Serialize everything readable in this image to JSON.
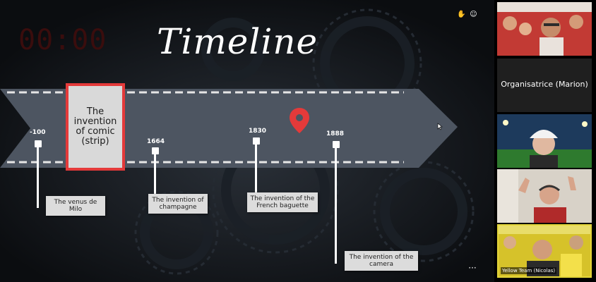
{
  "screen": {
    "timer": "00:00",
    "title": "Timeline",
    "card_text": "The invention of comic (strip)"
  },
  "events": [
    {
      "year": "-100",
      "label": "The venus de Milo"
    },
    {
      "year": "1664",
      "label": "The invention of champagne"
    },
    {
      "year": "1830",
      "label": "The invention of the French baguette"
    },
    {
      "year": "1888",
      "label": "The invention of the camera"
    }
  ],
  "icons": {
    "raise_hand": "hand-icon",
    "reactions": "reaction-icon",
    "location": "map-pin-icon",
    "more": "more-options-icon"
  },
  "colors": {
    "arrow": "#4d5561",
    "accent_red": "#e43a3a",
    "active_speaker_border": "#e4d63a"
  },
  "participants": [
    {
      "name": ""
    },
    {
      "name": "Organisatrice (Marion)"
    },
    {
      "name": ""
    },
    {
      "name": ""
    },
    {
      "name": "Yellow Team (Nicolas)"
    }
  ]
}
